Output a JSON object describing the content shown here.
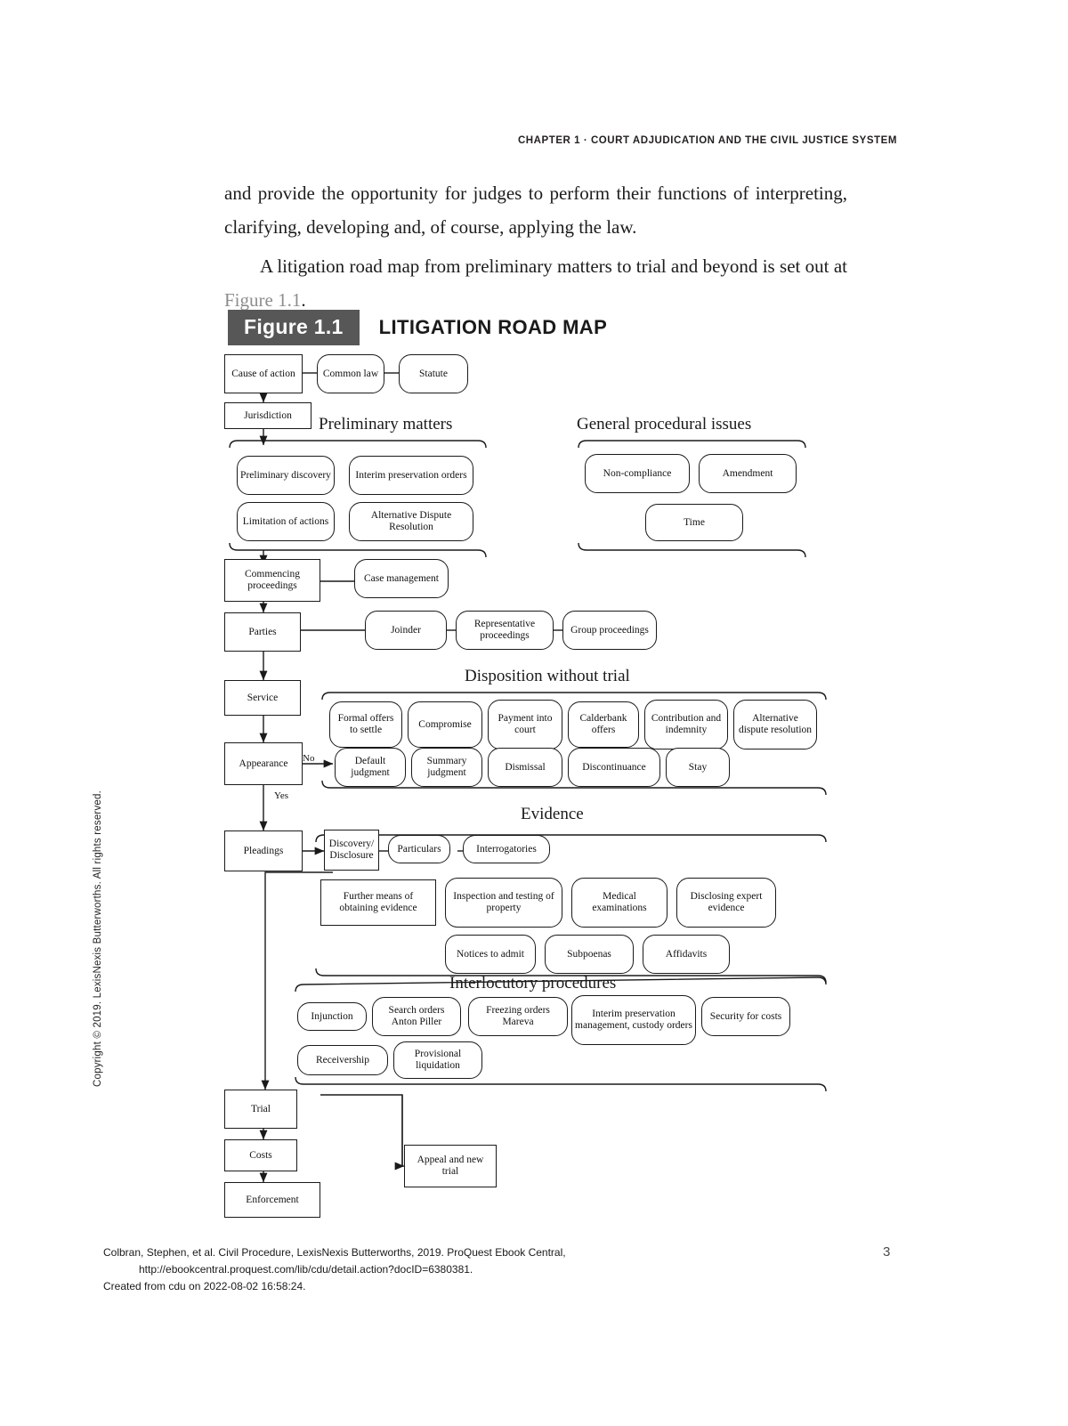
{
  "header": {
    "running_head": "CHAPTER 1 · COURT ADJUDICATION AND THE CIVIL JUSTICE SYSTEM"
  },
  "body": {
    "paragraph1": "and provide the opportunity for judges to perform their functions of interpreting, clarifying, developing and, of course, applying the law.",
    "paragraph2_before": "A litigation road map from preliminary matters to trial and beyond is set out at ",
    "paragraph2_ref": "Figure 1.1",
    "paragraph2_after": "."
  },
  "sidebar": {
    "copyright": "Copyright © 2019. LexisNexis Butterworths. All rights reserved."
  },
  "figure": {
    "badge": "Figure 1.1",
    "title": "LITIGATION ROAD MAP",
    "group_labels": {
      "preliminary": "Preliminary matters",
      "general": "General procedural issues",
      "disposition": "Disposition without trial",
      "evidence": "Evidence",
      "interlocutory": "Interlocutory procedures"
    },
    "edge_labels": {
      "no": "No",
      "yes": "Yes"
    },
    "nodes": {
      "cause_of_action": "Cause of action",
      "common_law": "Common law",
      "statute": "Statute",
      "jurisdiction": "Jurisdiction",
      "preliminary_discovery": "Preliminary discovery",
      "interim_preservation_orders": "Interim preservation orders",
      "limitation_of_actions": "Limitation of actions",
      "adr_preliminary": "Alternative Dispute Resolution",
      "non_compliance": "Non-compliance",
      "amendment": "Amendment",
      "time": "Time",
      "commencing_proceedings": "Commencing proceedings",
      "case_management": "Case management",
      "parties": "Parties",
      "joinder": "Joinder",
      "representative_proceedings": "Representative proceedings",
      "group_proceedings": "Group proceedings",
      "service": "Service",
      "formal_offers_to_settle": "Formal offers to settle",
      "compromise": "Compromise",
      "payment_into_court": "Payment into court",
      "calderbank_offers": "Calderbank offers",
      "contribution_and_indemnity": "Contribution and indemnity",
      "alternative_dispute_resolution": "Alternative dispute resolution",
      "appearance": "Appearance",
      "default_judgment": "Default judgment",
      "summary_judgment": "Summary judgment",
      "dismissal": "Dismissal",
      "discontinuance": "Discontinuance",
      "stay": "Stay",
      "pleadings": "Pleadings",
      "discovery_disclosure": "Discovery/ Disclosure",
      "particulars": "Particulars",
      "interrogatories": "Interrogatories",
      "further_means_of_obtaining_evidence": "Further means of obtaining evidence",
      "inspection_and_testing_of_property": "Inspection and testing of property",
      "medical_examinations": "Medical examinations",
      "disclosing_expert_evidence": "Disclosing expert evidence",
      "notices_to_admit": "Notices to admit",
      "subpoenas": "Subpoenas",
      "affidavits": "Affidavits",
      "injunction": "Injunction",
      "search_orders": "Search orders Anton Piller",
      "freezing_orders": "Freezing orders Mareva",
      "interim_preservation_management": "Interim preservation management, custody orders",
      "security_for_costs": "Security for costs",
      "receivership": "Receivership",
      "provisional_liquidation": "Provisional liquidation",
      "trial": "Trial",
      "costs": "Costs",
      "enforcement": "Enforcement",
      "appeal_and_new_trial": "Appeal and new trial"
    }
  },
  "footer": {
    "citation_line1": "Colbran, Stephen, et al. Civil Procedure, LexisNexis Butterworths, 2019. ProQuest Ebook Central,",
    "citation_line2": "http://ebookcentral.proquest.com/lib/cdu/detail.action?docID=6380381.",
    "citation_line3": "Created from cdu on 2022-08-02 16:58:24.",
    "page_number": "3"
  }
}
